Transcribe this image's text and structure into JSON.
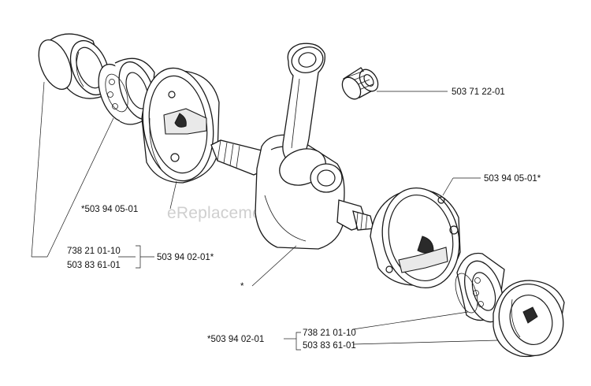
{
  "watermark": "eReplacementParts.com",
  "labels": {
    "needle_bearing": "503 71 22-01",
    "flywheel_half_upper": "*503 94 05-01",
    "flywheel_half_lower": "503 94 05-01*",
    "bearing_left_a": "738 21 01-10",
    "bearing_left_b": "503 83 61-01",
    "bearing_left_group": "503 94 02-01*",
    "crankshaft": "*",
    "bearing_right_group": "*503 94 02-01",
    "bearing_right_a": "738 21 01-10",
    "bearing_right_b": "503 83 61-01"
  }
}
